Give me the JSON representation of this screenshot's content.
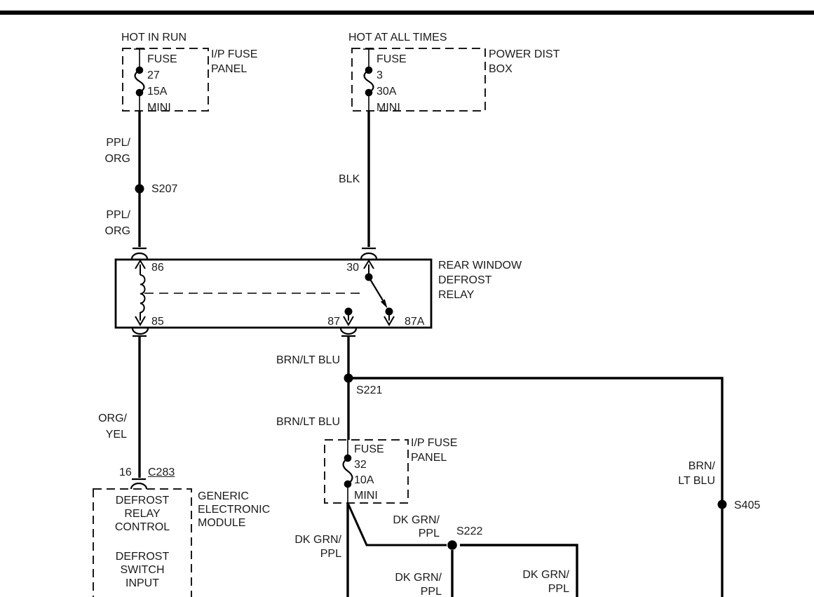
{
  "feeds": {
    "left": {
      "condition": "HOT IN RUN",
      "fuse": "FUSE\n27\n15A\nMINI",
      "location": "I/P FUSE\nPANEL"
    },
    "right": {
      "condition": "HOT AT ALL TIMES",
      "fuse": "FUSE\n3\n30A\nMINI",
      "location": "POWER DIST\nBOX"
    }
  },
  "mid_fuse": {
    "fuse": "FUSE\n32\n10A\nMINI",
    "location": "I/P FUSE\nPANEL"
  },
  "relay": {
    "name": "REAR WINDOW\nDEFROST\nRELAY",
    "pin_86": "86",
    "pin_85": "85",
    "pin_30": "30",
    "pin_87": "87",
    "pin_87a": "87A"
  },
  "module": {
    "name": "GENERIC\nELECTRONIC\nMODULE",
    "pin": "16",
    "connector": "C283",
    "function_top": "DEFROST\nRELAY\nCONTROL",
    "function_bottom": "DEFROST\nSWITCH\nINPUT"
  },
  "splices": {
    "s207": "S207",
    "s221": "S221",
    "s222": "S222",
    "s405": "S405"
  },
  "wires": {
    "ppl_org_upper": "PPL/\nORG",
    "ppl_org_lower": "PPL/\nORG",
    "blk": "BLK",
    "org_yel": "ORG/\nYEL",
    "brn_lt_blu_upper": "BRN/LT BLU",
    "brn_lt_blu_lower": "BRN/LT BLU",
    "brn_lt_blu_right": "BRN/\nLT BLU",
    "dk_grn_ppl_fuse": "DK GRN/\nPPL",
    "dk_grn_ppl_branch": "DK GRN/\nPPL",
    "dk_grn_ppl_down": "DK GRN/\nPPL",
    "dk_grn_ppl_right": "DK GRN/\nPPL"
  },
  "colors": {
    "line": "#000000",
    "background": "#ffffff"
  }
}
